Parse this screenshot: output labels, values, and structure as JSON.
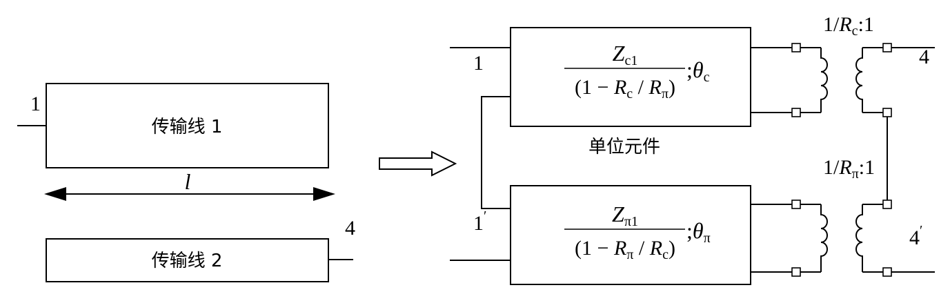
{
  "left": {
    "port_1": "1",
    "port_4": "4",
    "line1_label": "传输线 1",
    "line2_label": "传输线 2",
    "length_label": "l"
  },
  "right": {
    "port_1": "1",
    "port_1p_base": "1",
    "port_1p_prime": "′",
    "port_4": "4",
    "port_4p_base": "4",
    "port_4p_prime": "′",
    "unit_element_label": "单位元件",
    "top_box": {
      "num_Z": "Z",
      "num_sub": "c1",
      "den_open": "(1 − ",
      "den_R1": "R",
      "den_R1_sub": "c",
      "den_slash": " / ",
      "den_R2": "R",
      "den_R2_sub": "π",
      "den_close": ")",
      "semicolon": ";",
      "theta": "θ",
      "theta_sub": "c"
    },
    "bottom_box": {
      "num_Z": "Z",
      "num_sub": "π1",
      "den_open": "(1 − ",
      "den_R1": "R",
      "den_R1_sub": "π",
      "den_slash": " / ",
      "den_R2": "R",
      "den_R2_sub": "c",
      "den_close": ")",
      "semicolon": ";",
      "theta": "θ",
      "theta_sub": "π"
    },
    "transformer_top": {
      "num": "1/",
      "R": "R",
      "sub": "c",
      "ratio": ":1"
    },
    "transformer_bottom": {
      "num": "1/",
      "R": "R",
      "sub": "π",
      "ratio": ":1"
    }
  }
}
